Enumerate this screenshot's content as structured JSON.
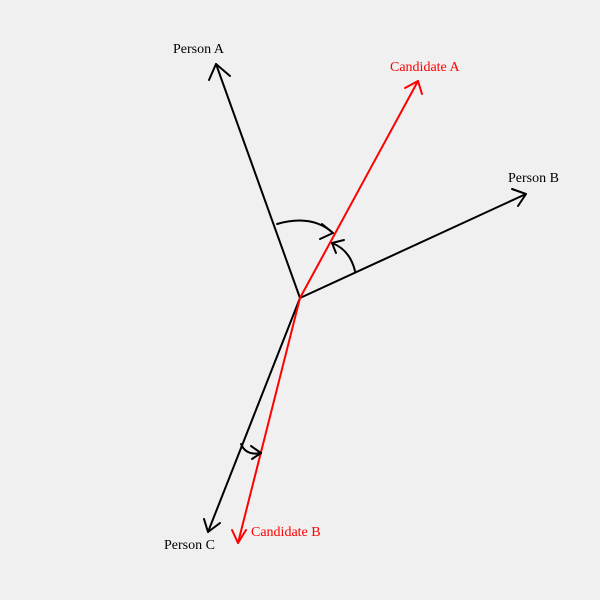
{
  "diagram": {
    "background": "#f0f0f0",
    "colors": {
      "person": "#000000",
      "candidate": "#ff0000"
    },
    "labels": {
      "person_a": "Person A",
      "person_b": "Person B",
      "person_c": "Person C",
      "candidate_a": "Candidate A",
      "candidate_b": "Candidate B"
    }
  }
}
